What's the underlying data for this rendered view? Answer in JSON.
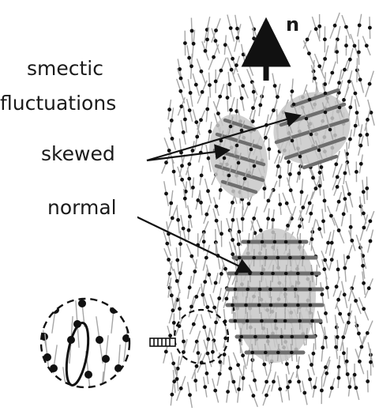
{
  "labels": {
    "smectic_line1": "smectic",
    "smectic_line2": "fluctuations",
    "skewed": "skewed",
    "normal": "normal",
    "director": "n"
  },
  "colors": {
    "molecule": "#a6a6a6",
    "dot": "#111111",
    "cluster_fill": "#c8c8c8",
    "layer": "#6e6e6e",
    "ink": "#111111"
  }
}
